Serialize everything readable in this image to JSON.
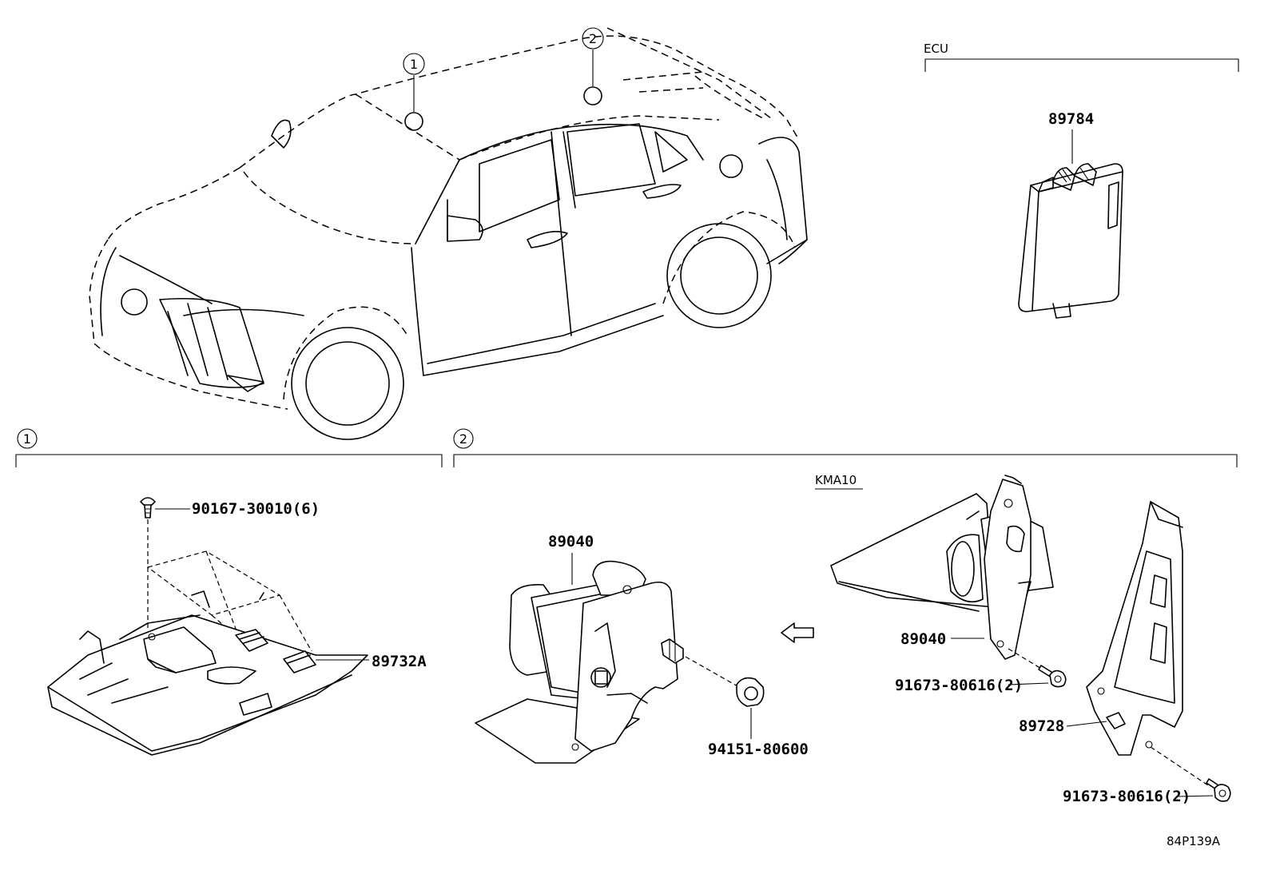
{
  "diagram_code": "84P139A",
  "sections": {
    "ecu": {
      "title": "ECU"
    },
    "section1": {
      "marker": "1"
    },
    "section2": {
      "marker": "2",
      "variant": "KMA10"
    }
  },
  "vehicle_callouts": [
    {
      "marker": "1"
    },
    {
      "marker": "2"
    }
  ],
  "part_labels": {
    "ecu_part": "89784",
    "screw_part": "90167-30010(6)",
    "overhead_part": "89732A",
    "radar_sensor_main": "89040",
    "nut_part": "94151-80600",
    "radar_sensor_kma10": "89040",
    "bolt_part_a": "91673-80616(2)",
    "bracket_part": "89728",
    "bolt_part_b": "91673-80616(2)"
  },
  "icons": [
    "leader-arrow-icon",
    "hollow-left-arrow-icon"
  ]
}
